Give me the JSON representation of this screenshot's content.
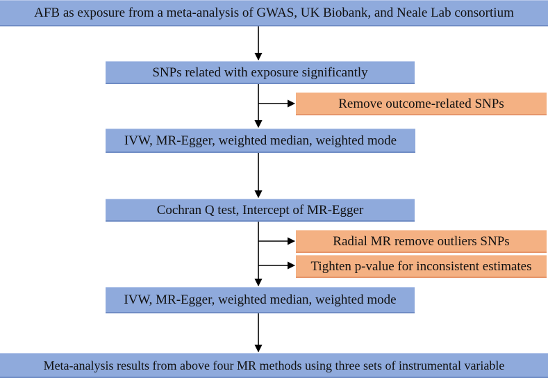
{
  "flowchart": {
    "steps": [
      "AFB as exposure from a meta-analysis of GWAS, UK Biobank, and Neale Lab consortium",
      "SNPs related with exposure significantly",
      "IVW, MR-Egger, weighted median,  weighted mode",
      "Cochran Q test, Intercept of MR-Egger",
      "IVW, MR-Egger, weighted median, weighted mode",
      "Meta-analysis results from above four MR methods using three sets of instrumental variable"
    ],
    "side_steps": [
      "Remove outcome-related SNPs",
      "Radial MR remove outliers SNPs",
      "Tighten p-value for inconsistent estimates"
    ],
    "colors": {
      "main_box": "#8faadc",
      "side_box": "#f4b183",
      "arrow": "#000000"
    }
  }
}
